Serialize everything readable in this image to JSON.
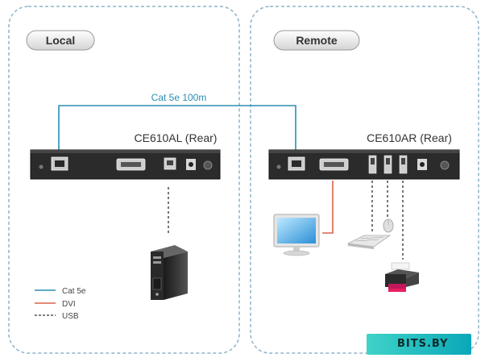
{
  "panels": {
    "local": {
      "label": "Local"
    },
    "remote": {
      "label": "Remote"
    }
  },
  "cable_label": "Cat 5e 100m",
  "devices": {
    "local_unit": {
      "label": "CE610AL (Rear)"
    },
    "remote_unit": {
      "label": "CE610AR (Rear)"
    }
  },
  "legend": [
    {
      "label": "Cat 5e",
      "color": "#2a8fb3",
      "style": "solid"
    },
    {
      "label": "DVI",
      "color": "#d9644a",
      "style": "solid"
    },
    {
      "label": "USB",
      "color": "#555555",
      "style": "dashed"
    }
  ],
  "watermark": "BITS.BY",
  "colors": {
    "panel_border": "#8fb3c9",
    "device_body": "#2b2b2b",
    "cat5e": "#2a8fb3",
    "dvi": "#d9644a"
  }
}
